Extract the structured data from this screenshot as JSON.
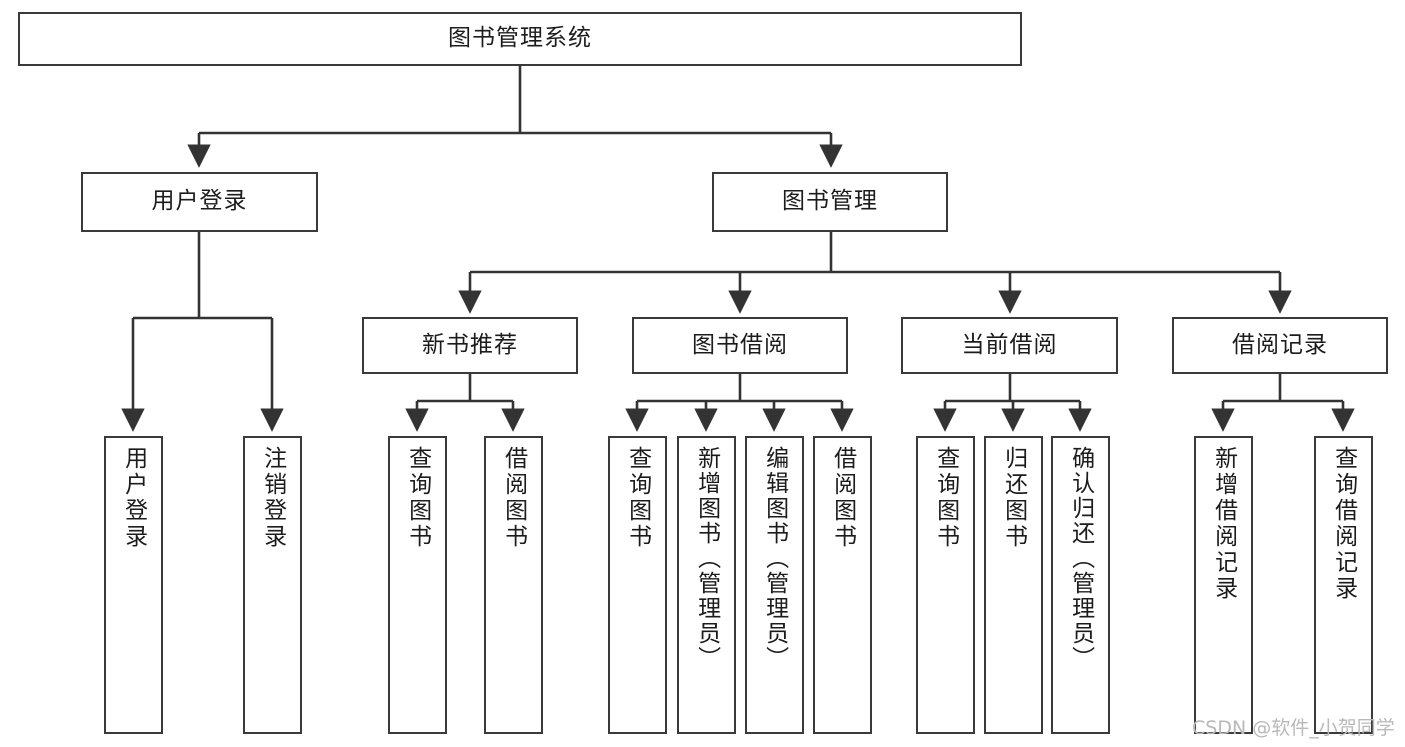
{
  "diagram": {
    "type": "tree-hierarchy",
    "title": "图书管理系统",
    "watermark": "CSDN @软件_小贺同学",
    "colors": {
      "background": "#ffffff",
      "node_border": "#3a3a3a",
      "node_fill": "#ffffff",
      "edge": "#333333",
      "text": "#1c1c1c",
      "watermark": "#b9b9b9"
    },
    "nodes": {
      "root": {
        "label": "图书管理系统",
        "level": 1
      },
      "l2": [
        {
          "id": "user-login",
          "label": "用户登录"
        },
        {
          "id": "book-manage",
          "label": "图书管理"
        }
      ],
      "l3": [
        {
          "id": "new-book-recommend",
          "label": "新书推荐"
        },
        {
          "id": "book-borrow",
          "label": "图书借阅"
        },
        {
          "id": "current-borrow",
          "label": "当前借阅"
        },
        {
          "id": "borrow-record",
          "label": "借阅记录"
        }
      ],
      "leaves": {
        "user-login": [
          {
            "id": "leaf-user-login",
            "label": "用户登录"
          },
          {
            "id": "leaf-logout",
            "label": "注销登录"
          }
        ],
        "new-book-recommend": [
          {
            "id": "leaf-query-book-1",
            "label": "查询图书"
          },
          {
            "id": "leaf-borrow-book-1",
            "label": "借阅图书"
          }
        ],
        "book-borrow": [
          {
            "id": "leaf-query-book-2",
            "label": "查询图书"
          },
          {
            "id": "leaf-add-book",
            "label": "新增图书（管理员）"
          },
          {
            "id": "leaf-edit-book",
            "label": "编辑图书（管理员）"
          },
          {
            "id": "leaf-borrow-book-2",
            "label": "借阅图书"
          }
        ],
        "current-borrow": [
          {
            "id": "leaf-query-book-3",
            "label": "查询图书"
          },
          {
            "id": "leaf-return-book",
            "label": "归还图书"
          },
          {
            "id": "leaf-confirm-return",
            "label": "确认归还（管理员）"
          }
        ],
        "borrow-record": [
          {
            "id": "leaf-add-record",
            "label": "新增借阅记录"
          },
          {
            "id": "leaf-query-record",
            "label": "查询借阅记录"
          }
        ]
      }
    }
  }
}
